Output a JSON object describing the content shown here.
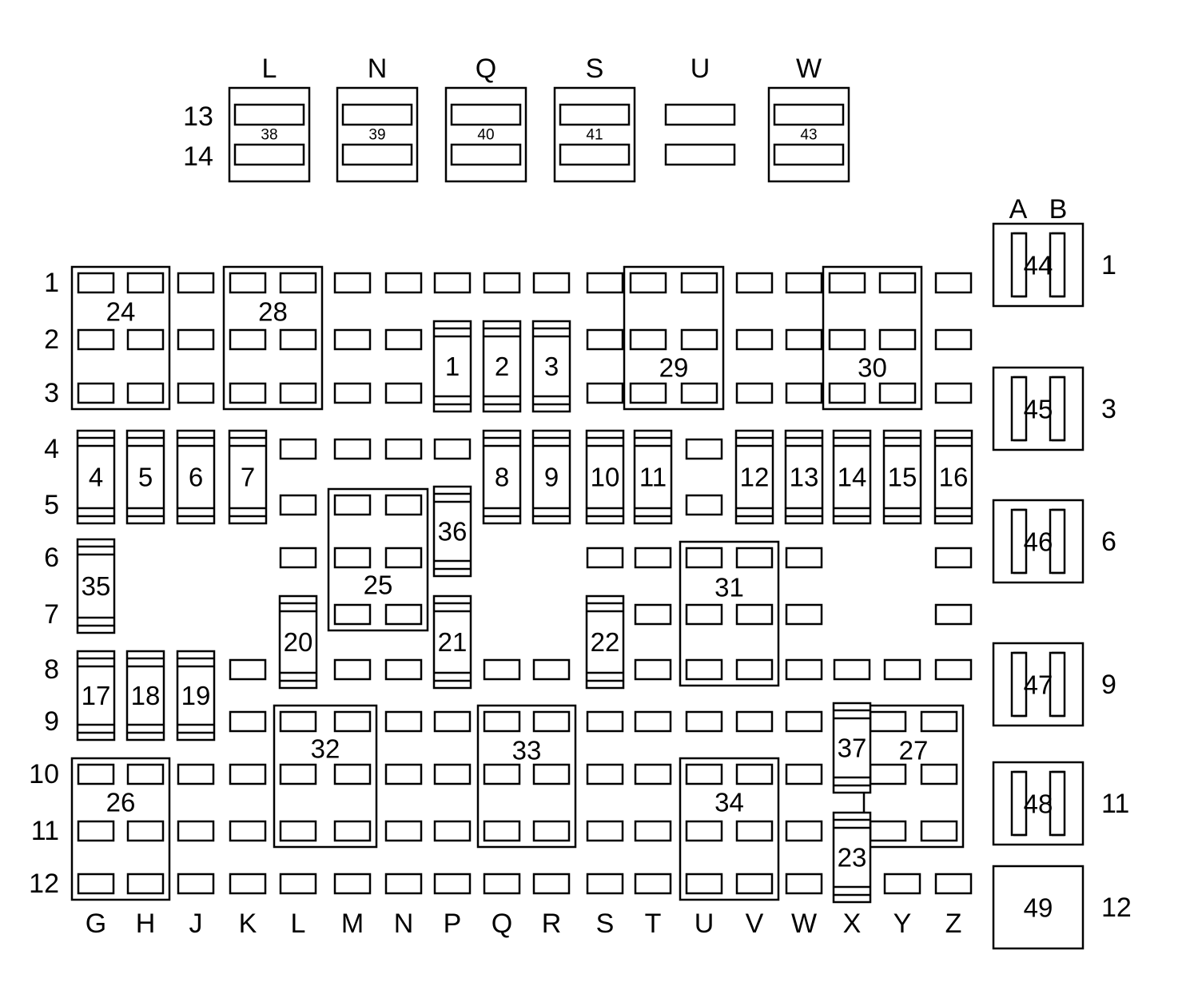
{
  "top_columns": [
    "L",
    "N",
    "Q",
    "S",
    "U",
    "W"
  ],
  "top_rows": [
    "13",
    "14"
  ],
  "top_fuses": [
    "38",
    "39",
    "40",
    "41",
    "",
    "43"
  ],
  "ab_labels": [
    "A",
    "B"
  ],
  "left_rows": [
    "1",
    "2",
    "3",
    "4",
    "5",
    "6",
    "7",
    "8",
    "9",
    "10",
    "11",
    "12"
  ],
  "bottom_columns": [
    "G",
    "H",
    "J",
    "K",
    "L",
    "M",
    "N",
    "P",
    "Q",
    "R",
    "S",
    "T",
    "U",
    "V",
    "W",
    "X",
    "Y",
    "Z"
  ],
  "vertical_fuses": [
    "1",
    "2",
    "3",
    "4",
    "5",
    "6",
    "7",
    "8",
    "9",
    "10",
    "11",
    "12",
    "13",
    "14",
    "15",
    "16",
    "17",
    "18",
    "19",
    "20",
    "21",
    "22",
    "23",
    "35",
    "36",
    "37"
  ],
  "relays": [
    "24",
    "25",
    "26",
    "27",
    "28",
    "29",
    "30",
    "31",
    "32",
    "33",
    "34"
  ],
  "side_relays": [
    {
      "label": "44",
      "row": "1"
    },
    {
      "label": "45",
      "row": "3"
    },
    {
      "label": "46",
      "row": "6"
    },
    {
      "label": "47",
      "row": "9"
    },
    {
      "label": "48",
      "row": "11"
    }
  ],
  "side_box": {
    "label": "49",
    "row": "12"
  }
}
